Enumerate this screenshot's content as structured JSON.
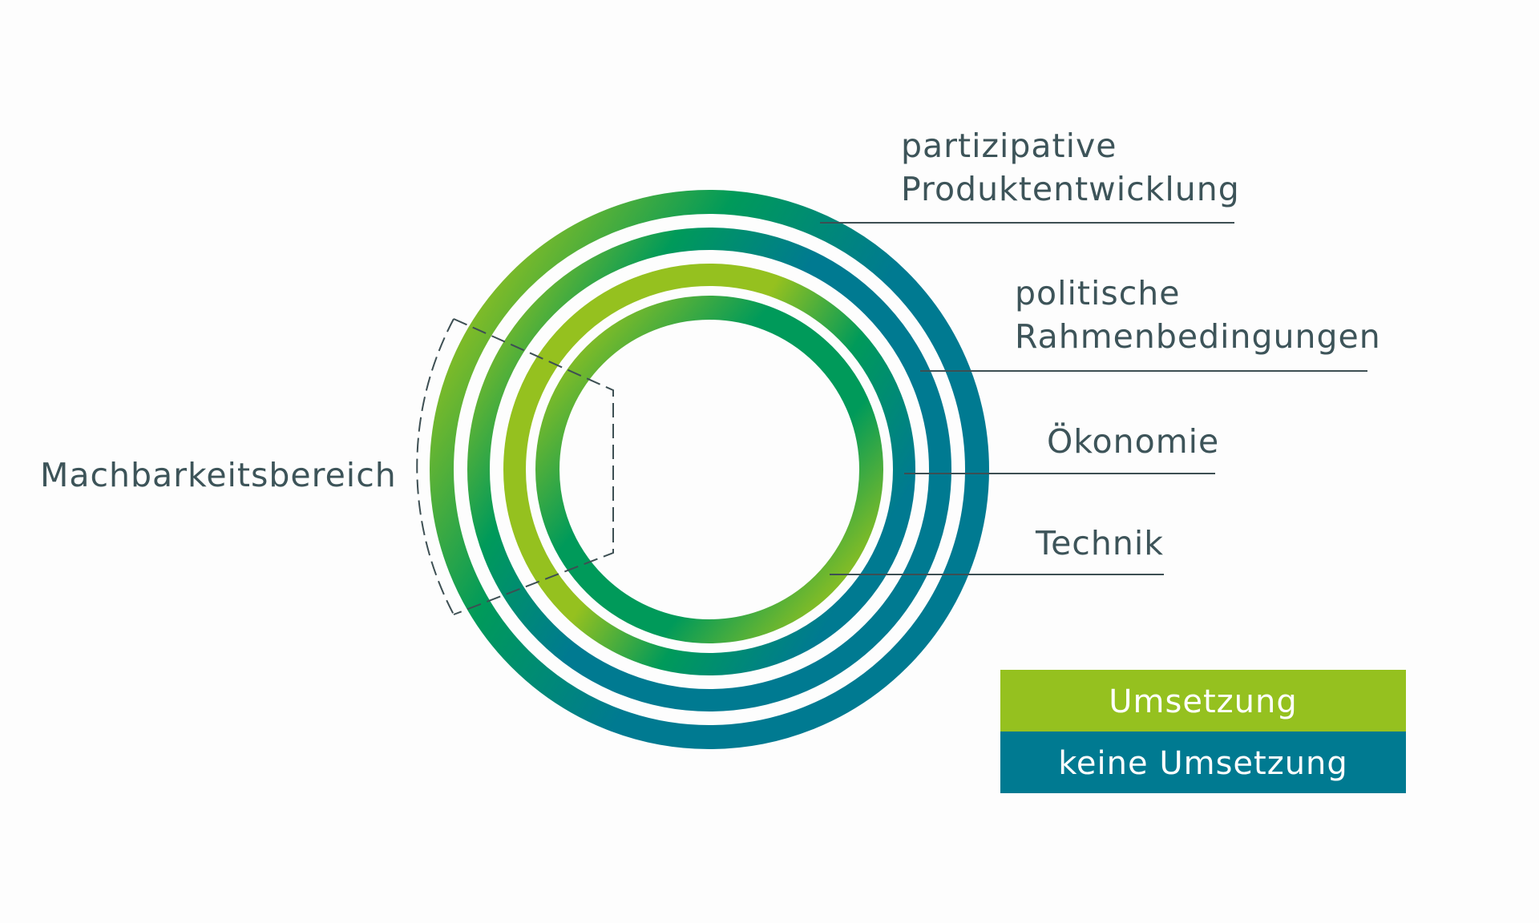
{
  "colors": {
    "green": "#95c11f",
    "mid_green": "#009a5a",
    "teal": "#007a91",
    "text": "#3d5459",
    "line": "#3d4f53",
    "background": "#fdfdfd"
  },
  "rings": [
    {
      "id": "participative",
      "label_lines": [
        "partizipative",
        "Produktentwicklung"
      ]
    },
    {
      "id": "political",
      "label_lines": [
        "politische",
        "Rahmenbedingungen"
      ]
    },
    {
      "id": "economy",
      "label_lines": [
        "Ökonomie"
      ]
    },
    {
      "id": "technology",
      "label_lines": [
        "Technik"
      ]
    }
  ],
  "feasibility": {
    "label": "Machbarkeitsbereich"
  },
  "legend": {
    "implementation": {
      "label": "Umsetzung",
      "color": "#95c11f"
    },
    "no_implementation": {
      "label": "keine Umsetzung",
      "color": "#007a91"
    }
  }
}
